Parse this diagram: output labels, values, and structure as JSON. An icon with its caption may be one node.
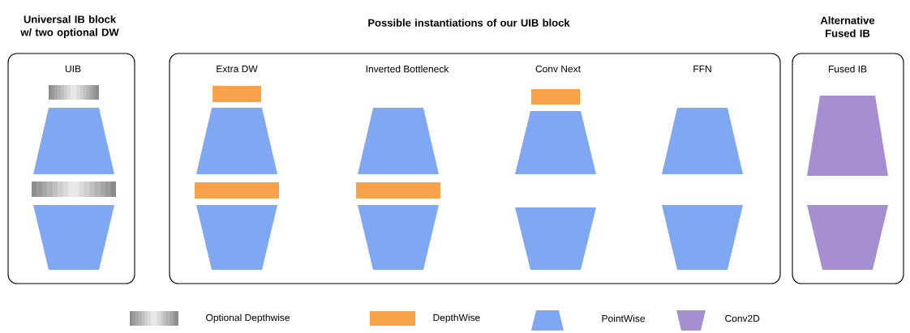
{
  "diagram": {
    "nodes": [
      {
        "text": [
          "Universal IB block w/ two optional DW",
          "UIB"
        ]
      },
      {
        "text": [
          "Possible instantiations of our UIB block"
        ]
      },
      {
        "text": [
          "Alternative Fused IB",
          "Fused IB"
        ]
      }
    ],
    "edges": [],
    "labels": [
      "Extra DW",
      "Inverted Bottleneck",
      "Conv Next",
      "FFN"
    ],
    "legend": [
      {
        "text": "Optional Depthwise",
        "color": "#8c8c8c"
      },
      {
        "text": "DepthWise",
        "color": "#f9a24c"
      },
      {
        "text": "PointWise",
        "color": "#80a8f2"
      },
      {
        "text": "Conv2D",
        "color": "#a58fd0"
      }
    ]
  }
}
